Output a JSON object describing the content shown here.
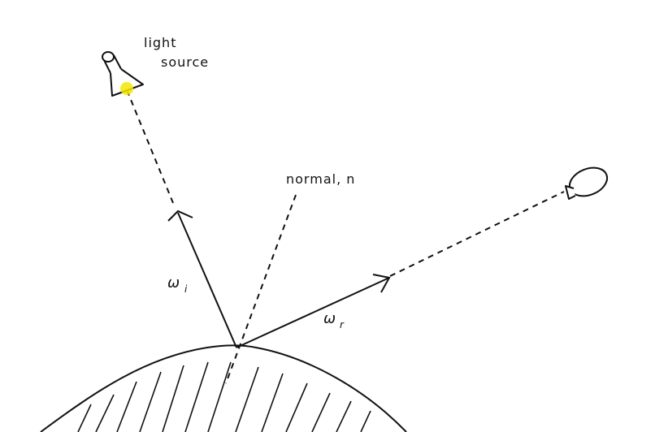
{
  "labels": {
    "light_source_line1": "light",
    "light_source_line2": "source",
    "normal": "normal, n",
    "omega_i_symbol": "ω",
    "omega_i_subscript": "i",
    "omega_r_symbol": "ω",
    "omega_r_subscript": "r"
  },
  "colors": {
    "ink": "#111111",
    "light_glow": "#f2e600",
    "background": "#ffffff"
  },
  "icons": [
    "flashlight-icon",
    "camera-icon"
  ]
}
